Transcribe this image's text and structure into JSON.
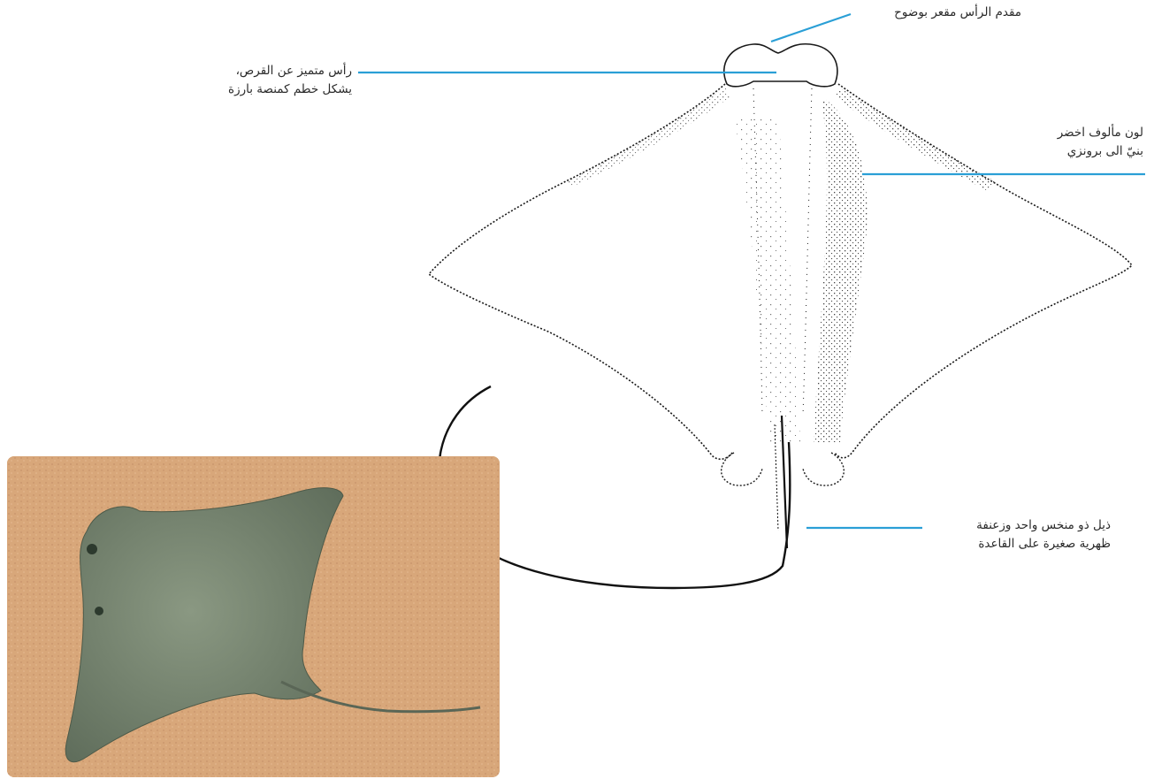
{
  "labels": {
    "rostrum": "مقدم الرأس مقعر بوضوح",
    "head_line1": "رأس متميز عن القرص،",
    "head_line2": "يشكل خطم كمنصة بارزة",
    "color_line1": "لون مألوف اخضر",
    "color_line2": "بنيّ الى برونزي",
    "tail_line1": "ذيل ذو منخس واحد وزعنفة",
    "tail_line2": "ظهرية صغيرة على القاعدة"
  },
  "colors": {
    "leader_line": "#2a9fd6",
    "outline": "#1a1a1a",
    "sand": "#d9a97c",
    "ray_body": "#7b8a74"
  },
  "photo": {
    "subject": "ray-photo-on-sand"
  }
}
